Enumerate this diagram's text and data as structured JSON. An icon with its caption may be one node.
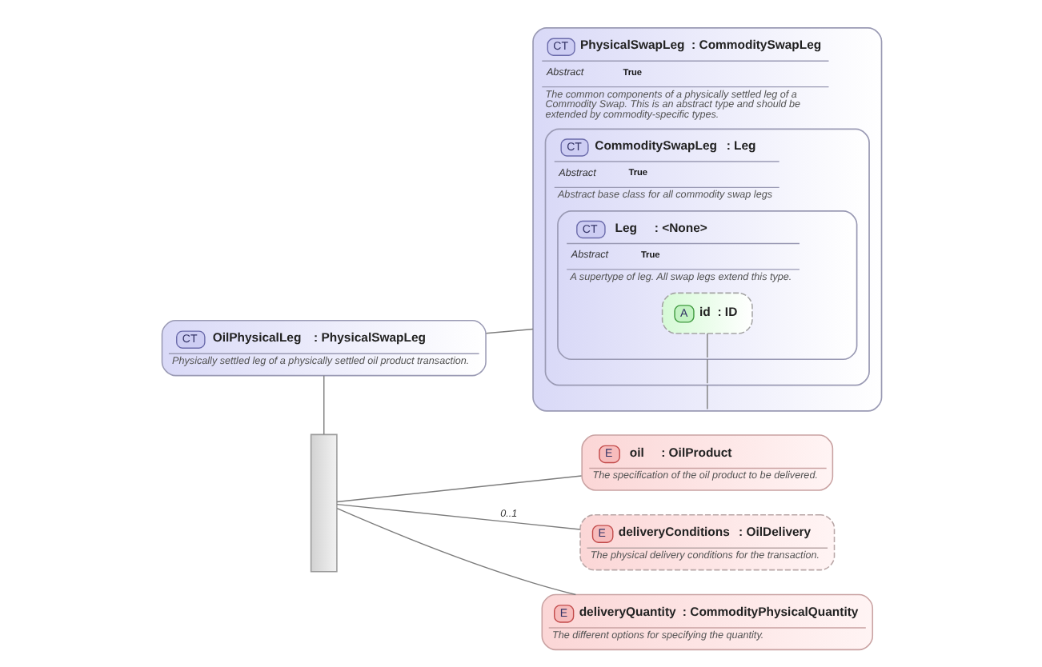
{
  "diagram": {
    "nodes": [
      {
        "text": [
          "CT",
          "OilPhysicalLeg",
          ": PhysicalSwapLeg",
          "Physically settled leg of a physically settled oil product transaction."
        ]
      },
      {
        "text": [
          "CT",
          "PhysicalSwapLeg",
          ": CommoditySwapLeg",
          "Abstract",
          "True",
          "The common components of a physically settled leg of a Commodity Swap. This is an abstract type and should be extended by commodity-specific types."
        ]
      },
      {
        "text": [
          "CT",
          "CommoditySwapLeg",
          ": Leg",
          "Abstract",
          "True",
          "Abstract base class for all commodity swap legs"
        ],
        "in": 1
      },
      {
        "text": [
          "CT",
          "Leg",
          ": <None>",
          "Abstract",
          "True",
          "A supertype of leg. All swap legs extend this type."
        ],
        "in": 2
      },
      {
        "text": [
          "A",
          "id",
          ": ID"
        ],
        "in": 3
      },
      {
        "text": [],
        "shape": "box"
      },
      {
        "text": [
          "E",
          "oil",
          ": OilProduct",
          "The specification of the oil product to be delivered."
        ]
      },
      {
        "text": [
          "E",
          "deliveryConditions",
          ": OilDelivery",
          "The physical delivery conditions for the transaction."
        ]
      },
      {
        "text": [
          "E",
          "deliveryQuantity",
          ": CommodityPhysicalQuantity",
          "The different options for specifying the quantity."
        ]
      }
    ],
    "edges": [
      {
        "from": 0,
        "to": 1,
        "arrow": "none"
      },
      {
        "from": 1,
        "to": 2,
        "arrow": "none"
      },
      {
        "from": 2,
        "to": 3,
        "arrow": "none"
      },
      {
        "from": 3,
        "to": 4,
        "arrow": "none"
      },
      {
        "from": 0,
        "to": 5,
        "arrow": "none"
      },
      {
        "from": 5,
        "to": 6,
        "arrow": "none"
      },
      {
        "from": 5,
        "to": 7,
        "arrow": "none",
        "label": "0..1"
      },
      {
        "from": 5,
        "to": 8,
        "arrow": "none"
      }
    ]
  }
}
